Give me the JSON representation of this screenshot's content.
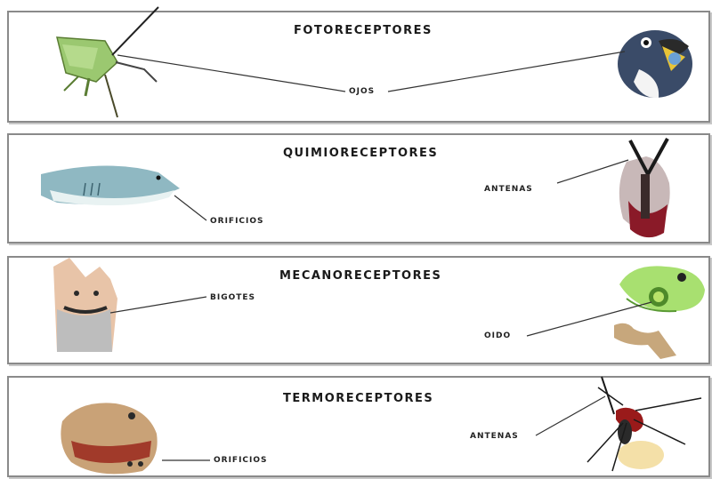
{
  "panels": [
    {
      "title": "FOTORECEPTORES",
      "labels": [
        "OJOS"
      ]
    },
    {
      "title": "QUIMIORECEPTORES",
      "labels": [
        "ORIFICIOS",
        "ANTENAS"
      ]
    },
    {
      "title": "MECANORECEPTORES",
      "labels": [
        "BIGOTES",
        "OIDO"
      ]
    },
    {
      "title": "TERMORECEPTORES",
      "labels": [
        "ORIFICIOS",
        "ANTENAS"
      ]
    }
  ],
  "illustrations": [
    "grasshopper",
    "bird",
    "shark",
    "moth",
    "cat",
    "frog",
    "snake",
    "mosquito"
  ],
  "colors": {
    "border": "#8a8a8a",
    "text": "#1a1a1a",
    "line": "#333333"
  }
}
